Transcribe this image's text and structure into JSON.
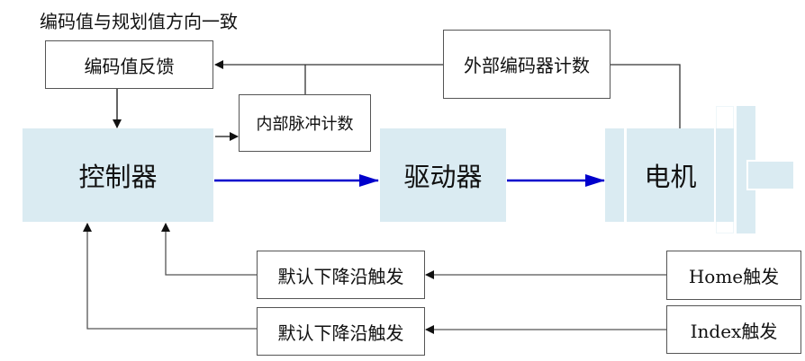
{
  "caption": "编码值与规划值方向一致",
  "nodes": {
    "encoder_feedback": "编码值反馈",
    "external_encoder_count": "外部编码器计数",
    "internal_pulse_count": "内部脉冲计数",
    "controller": "控制器",
    "driver": "驱动器",
    "motor": "电机",
    "default_falling_edge_home": "默认下降沿触发",
    "default_falling_edge_index": "默认下降沿触发",
    "home_trigger": "Home触发",
    "index_trigger": "Index触发"
  },
  "colors": {
    "block_fill": "#daebf2",
    "signal_arrow": "#0000cc",
    "wire": "#333333"
  }
}
